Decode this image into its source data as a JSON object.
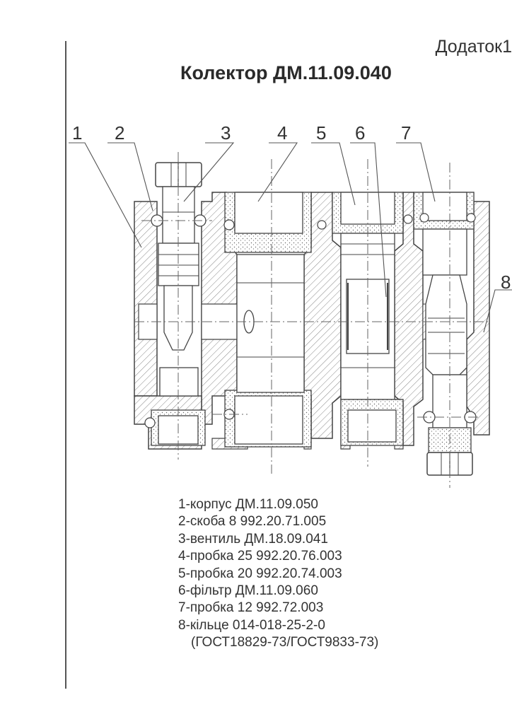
{
  "header": {
    "appendix": "Додаток1",
    "title": "Колектор ДМ.11.09.040"
  },
  "callouts": {
    "c1": "1",
    "c2": "2",
    "c3": "3",
    "c4": "4",
    "c5": "5",
    "c6": "6",
    "c7": "7",
    "c8": "8"
  },
  "parts": [
    "1-корпус ДМ.11.09.050",
    "2-скоба 8 992.20.71.005",
    "3-вентиль ДМ.18.09.041",
    "4-пробка 25 992.20.76.003",
    "5-пробка 20 992.20.74.003",
    "6-фільтр ДМ.11.09.060",
    "7-пробка 12 992.72.003",
    "8-кільце 014-018-25-2-0"
  ],
  "parts_note": "(ГОСТ18829-73/ГОСТ9833-73)"
}
